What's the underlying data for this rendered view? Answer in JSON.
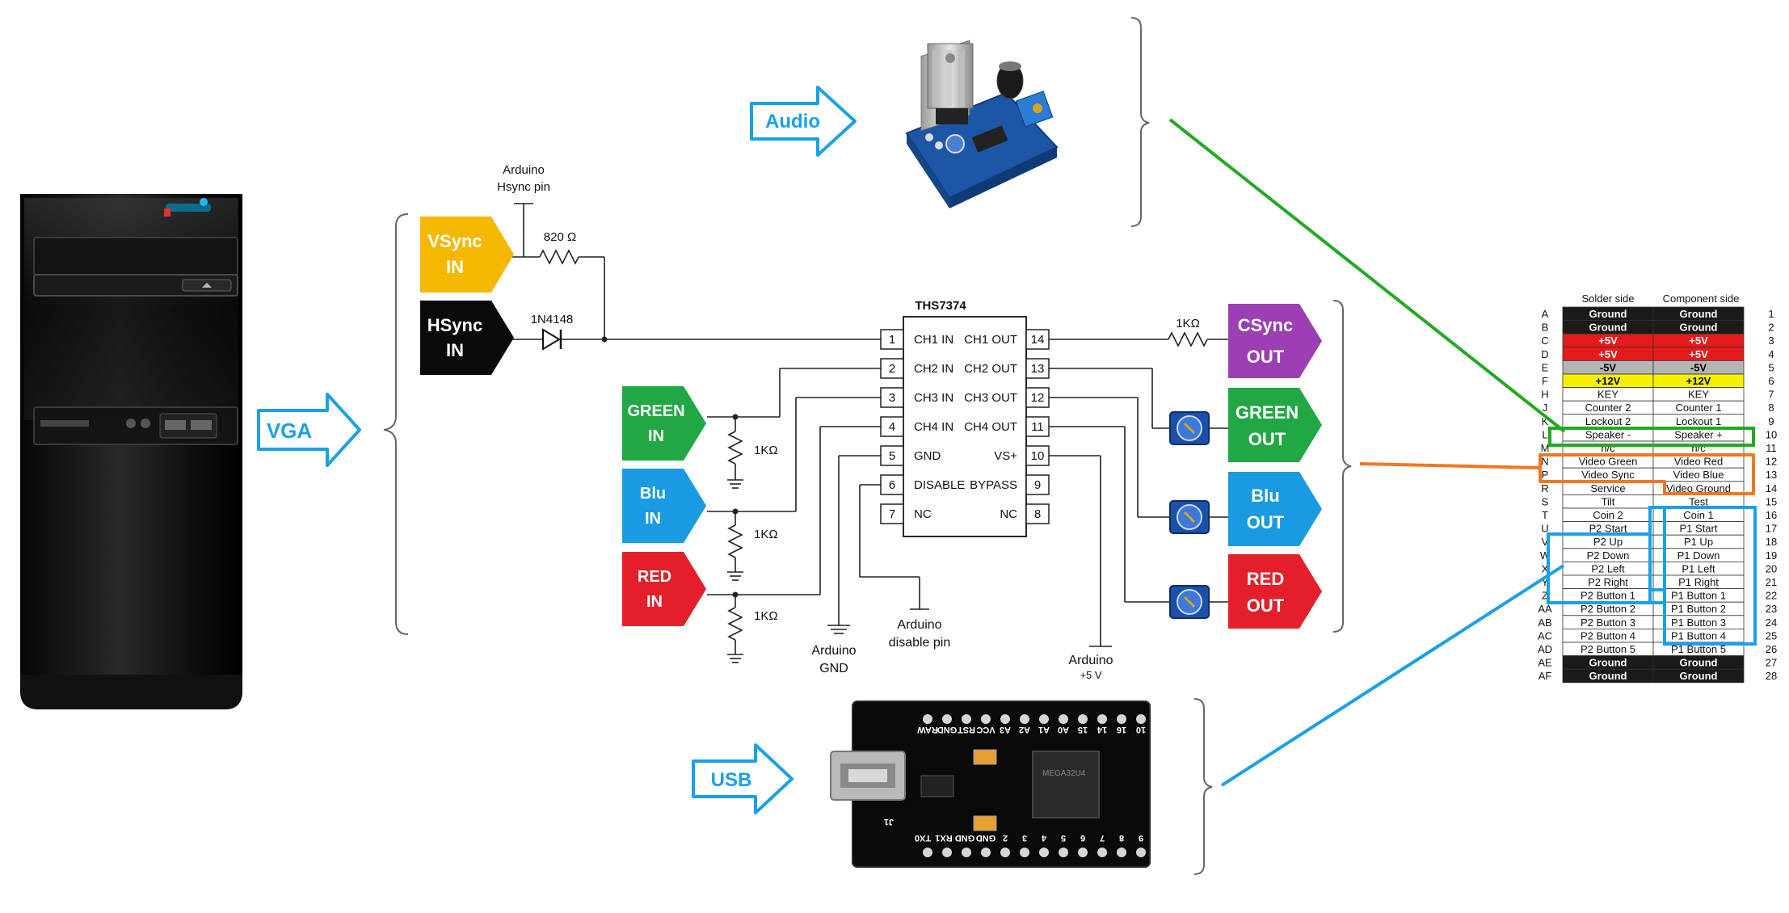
{
  "labels": {
    "audio": "Audio",
    "vga": "VGA",
    "usb": "USB",
    "arduino_hsync": [
      "Arduino",
      "Hsync pin"
    ],
    "r820": "820 Ω",
    "diode": "1N4148",
    "r1k": "1KΩ",
    "arduino_gnd": [
      "Arduino",
      "GND"
    ],
    "arduino_disable": [
      "Arduino",
      "disable pin"
    ],
    "arduino_5v": [
      "Arduino",
      "+5 V"
    ]
  },
  "signals": {
    "vsync_in": [
      "VSync",
      "IN"
    ],
    "hsync_in": [
      "HSync",
      "IN"
    ],
    "green_in": [
      "GREEN",
      "IN"
    ],
    "blu_in": [
      "Blu",
      "IN"
    ],
    "red_in": [
      "RED",
      "IN"
    ],
    "csync_out": [
      "CSync",
      "OUT"
    ],
    "green_out": [
      "GREEN",
      "OUT"
    ],
    "blu_out": [
      "Blu",
      "OUT"
    ],
    "red_out": [
      "RED",
      "OUT"
    ]
  },
  "colors": {
    "vsync": "#f5b800",
    "hsync": "#0a0a0a",
    "green": "#21a845",
    "blue": "#1a9ae0",
    "red": "#e3202a",
    "csync": "#9b3fb3",
    "link_audio": "#22aa22",
    "link_video": "#f07820",
    "link_usb": "#1aa0e6"
  },
  "ic": {
    "name": "THS7374",
    "left_pins": [
      {
        "num": "1",
        "name": "CH1 IN"
      },
      {
        "num": "2",
        "name": "CH2 IN"
      },
      {
        "num": "3",
        "name": "CH3 IN"
      },
      {
        "num": "4",
        "name": "CH4 IN"
      },
      {
        "num": "5",
        "name": "GND"
      },
      {
        "num": "6",
        "name": "DISABLE"
      },
      {
        "num": "7",
        "name": "NC"
      }
    ],
    "right_pins": [
      {
        "num": "14",
        "name": "CH1 OUT"
      },
      {
        "num": "13",
        "name": "CH2 OUT"
      },
      {
        "num": "12",
        "name": "CH3 OUT"
      },
      {
        "num": "11",
        "name": "CH4 OUT"
      },
      {
        "num": "10",
        "name": "VS+"
      },
      {
        "num": "9",
        "name": "BYPASS"
      },
      {
        "num": "8",
        "name": "NC"
      }
    ]
  },
  "jamma": {
    "col_solder": "Solder side",
    "col_component": "Component side",
    "rows": [
      {
        "l": "A",
        "s": "Ground",
        "c": "Ground",
        "n": "1",
        "hl": "ground"
      },
      {
        "l": "B",
        "s": "Ground",
        "c": "Ground",
        "n": "2",
        "hl": "ground"
      },
      {
        "l": "C",
        "s": "+5V",
        "c": "+5V",
        "n": "3",
        "hl": "red"
      },
      {
        "l": "D",
        "s": "+5V",
        "c": "+5V",
        "n": "4",
        "hl": "red"
      },
      {
        "l": "E",
        "s": "-5V",
        "c": "-5V",
        "n": "5",
        "hl": "gray"
      },
      {
        "l": "F",
        "s": "+12V",
        "c": "+12V",
        "n": "6",
        "hl": "yellow"
      },
      {
        "l": "H",
        "s": "KEY",
        "c": "KEY",
        "n": "7",
        "hl": ""
      },
      {
        "l": "J",
        "s": "Counter 2",
        "c": "Counter 1",
        "n": "8",
        "hl": ""
      },
      {
        "l": "K",
        "s": "Lockout 2",
        "c": "Lockout 1",
        "n": "9",
        "hl": ""
      },
      {
        "l": "L",
        "s": "Speaker -",
        "c": "Speaker +",
        "n": "10",
        "hl": ""
      },
      {
        "l": "M",
        "s": "n/c",
        "c": "n/c",
        "n": "11",
        "hl": ""
      },
      {
        "l": "N",
        "s": "Video Green",
        "c": "Video Red",
        "n": "12",
        "hl": ""
      },
      {
        "l": "P",
        "s": "Video Sync",
        "c": "Video Blue",
        "n": "13",
        "hl": ""
      },
      {
        "l": "R",
        "s": "Service",
        "c": "Video Ground",
        "n": "14",
        "hl": ""
      },
      {
        "l": "S",
        "s": "Tilt",
        "c": "Test",
        "n": "15",
        "hl": ""
      },
      {
        "l": "T",
        "s": "Coin 2",
        "c": "Coin 1",
        "n": "16",
        "hl": ""
      },
      {
        "l": "U",
        "s": "P2 Start",
        "c": "P1 Start",
        "n": "17",
        "hl": ""
      },
      {
        "l": "V",
        "s": "P2 Up",
        "c": "P1 Up",
        "n": "18",
        "hl": ""
      },
      {
        "l": "W",
        "s": "P2 Down",
        "c": "P1 Down",
        "n": "19",
        "hl": ""
      },
      {
        "l": "X",
        "s": "P2 Left",
        "c": "P1 Left",
        "n": "20",
        "hl": ""
      },
      {
        "l": "Y",
        "s": "P2 Right",
        "c": "P1 Right",
        "n": "21",
        "hl": ""
      },
      {
        "l": "Z",
        "s": "P2 Button 1",
        "c": "P1 Button 1",
        "n": "22",
        "hl": ""
      },
      {
        "l": "AA",
        "s": "P2 Button 2",
        "c": "P1 Button 2",
        "n": "23",
        "hl": ""
      },
      {
        "l": "AB",
        "s": "P2 Button 3",
        "c": "P1 Button 3",
        "n": "24",
        "hl": ""
      },
      {
        "l": "AC",
        "s": "P2 Button 4",
        "c": "P1 Button 4",
        "n": "25",
        "hl": ""
      },
      {
        "l": "AD",
        "s": "P2 Button 5",
        "c": "P1 Button 5",
        "n": "26",
        "hl": ""
      },
      {
        "l": "AE",
        "s": "Ground",
        "c": "Ground",
        "n": "27",
        "hl": "ground"
      },
      {
        "l": "AF",
        "s": "Ground",
        "c": "Ground",
        "n": "28",
        "hl": "ground"
      }
    ]
  },
  "board_labels": {
    "top_pins": [
      "10",
      "16",
      "14",
      "15",
      "A0",
      "A1",
      "A2",
      "A3",
      "VCC",
      "RST",
      "GND",
      "RAW"
    ],
    "bottom_pins": [
      "TX0",
      "RX1",
      "GND",
      "GND",
      "2",
      "3",
      "4",
      "5",
      "6",
      "7",
      "8",
      "9"
    ],
    "j1": "J1"
  }
}
